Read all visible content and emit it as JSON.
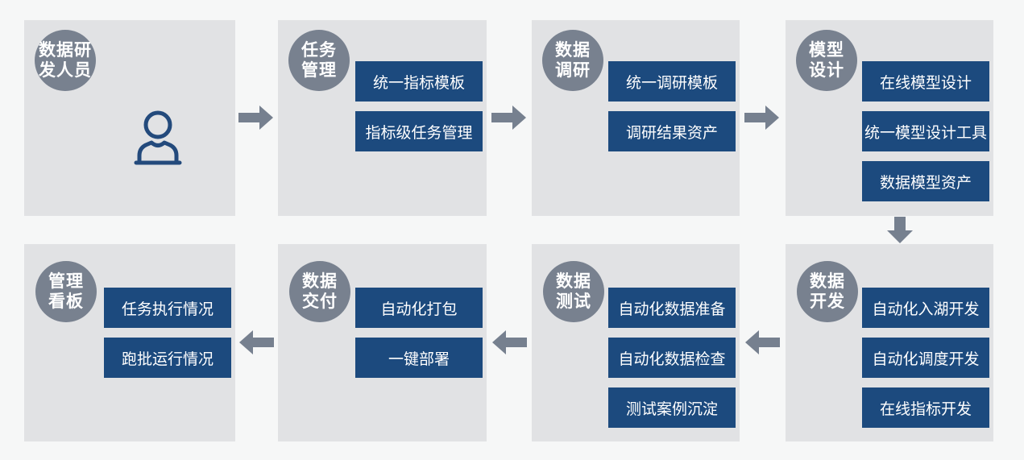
{
  "colors": {
    "page_bg": "#f6f7f7",
    "panel_bg": "#e1e2e4",
    "badge_bg": "#78818f",
    "item_bg": "#1c4a7e",
    "arrow": "#76808f",
    "text_on_dark": "#ffffff",
    "person_icon_stroke": "#234a7c"
  },
  "stages": [
    {
      "name": "数据研发人员",
      "badge_lines": [
        "数据研",
        "发人员"
      ],
      "icon": "user-icon",
      "items": []
    },
    {
      "name": "任务管理",
      "badge_lines": [
        "任务",
        "管理"
      ],
      "items": [
        "统一指标模板",
        "指标级任务管理"
      ]
    },
    {
      "name": "数据调研",
      "badge_lines": [
        "数据",
        "调研"
      ],
      "items": [
        "统一调研模板",
        "调研结果资产"
      ]
    },
    {
      "name": "模型设计",
      "badge_lines": [
        "模型",
        "设计"
      ],
      "items": [
        "在线模型设计",
        "统一模型设计工具",
        "数据模型资产"
      ]
    },
    {
      "name": "数据开发",
      "badge_lines": [
        "数据",
        "开发"
      ],
      "items": [
        "自动化入湖开发",
        "自动化调度开发",
        "在线指标开发"
      ]
    },
    {
      "name": "数据测试",
      "badge_lines": [
        "数据",
        "测试"
      ],
      "items": [
        "自动化数据准备",
        "自动化数据检查",
        "测试案例沉淀"
      ]
    },
    {
      "name": "数据交付",
      "badge_lines": [
        "数据",
        "交付"
      ],
      "items": [
        "自动化打包",
        "一键部署"
      ]
    },
    {
      "name": "管理看板",
      "badge_lines": [
        "管理",
        "看板"
      ],
      "items": [
        "任务执行情况",
        "跑批运行情况"
      ]
    }
  ],
  "flow": {
    "directions": [
      "right",
      "right",
      "right",
      "down",
      "left",
      "left",
      "left"
    ]
  }
}
